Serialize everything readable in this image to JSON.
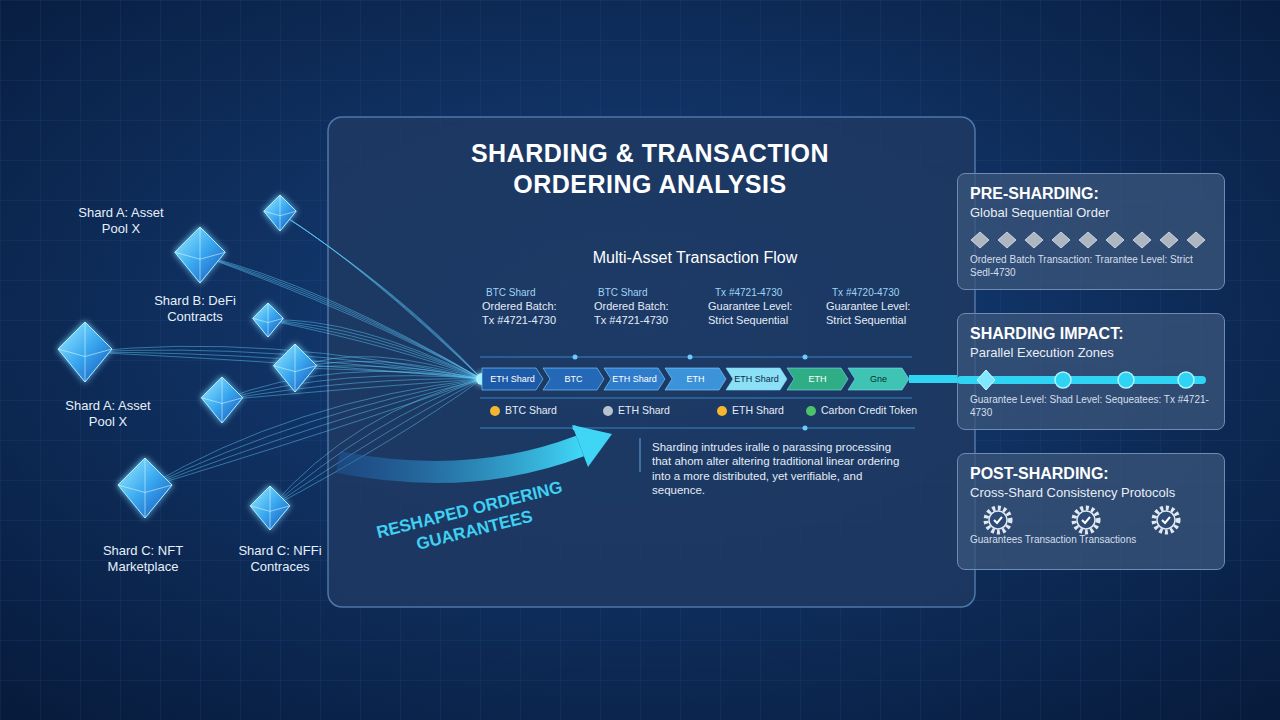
{
  "diagram": {
    "title": "SHARDING & TRANSACTION ORDERING ANALYSIS",
    "nodes": [
      {
        "text": [
          "ETH Shard"
        ]
      },
      {
        "text": [
          "BTC"
        ]
      },
      {
        "text": [
          "ETH Shard"
        ]
      },
      {
        "text": [
          "ETH"
        ]
      },
      {
        "text": [
          "ETH Shard"
        ]
      },
      {
        "text": [
          "ETH"
        ]
      },
      {
        "text": [
          "Gne"
        ]
      },
      {
        "text": [
          "PRE-SHARDING:",
          "Global Sequential Order",
          "Ordered Batch Transaction: Trarantee Level: Strict Sedl-4730"
        ]
      },
      {
        "text": [
          "SHARDING IMPACT:",
          "Parallel Execution Zones",
          "Guarantee Level: Shad Level: Sequeatees: Tx #4721-4730"
        ]
      },
      {
        "text": [
          "POST-SHARDING:",
          "Cross-Shard Consistency Protocols",
          "Guarantees Transaction Transactions"
        ]
      }
    ],
    "edges": [
      {
        "from": 6,
        "to": 8,
        "arrow": "none"
      }
    ],
    "labels": [
      "Shard A: Asset Pool X",
      "Shard B: DeFi Contracts",
      "Shard A: Asset Pool X",
      "Shard C: NFT Marketplace",
      "Shard C: NFFi Contraces",
      "Multi-Asset Transaction Flow",
      "BTC Shard",
      "Ordered Batch: Tx #4721-4730",
      "BTC Shard",
      "Ordered Batch: Tx #4721-4730",
      "Tx #4721-4730",
      "Guarantee Level: Strict Sequential",
      "Tx #4720-4730",
      "Guarantee Level: Strict Sequential",
      "BTC Shard",
      "ETH Shard",
      "ETH Shard",
      "Carbon Credit Token",
      "Sharding intrudes iralle o parassing processing that ahom alter altering traditional linear ordering into a more distributed, yet verifiable, and sequence.",
      "RESHAPED ORDERING GUARANTEES"
    ]
  }
}
